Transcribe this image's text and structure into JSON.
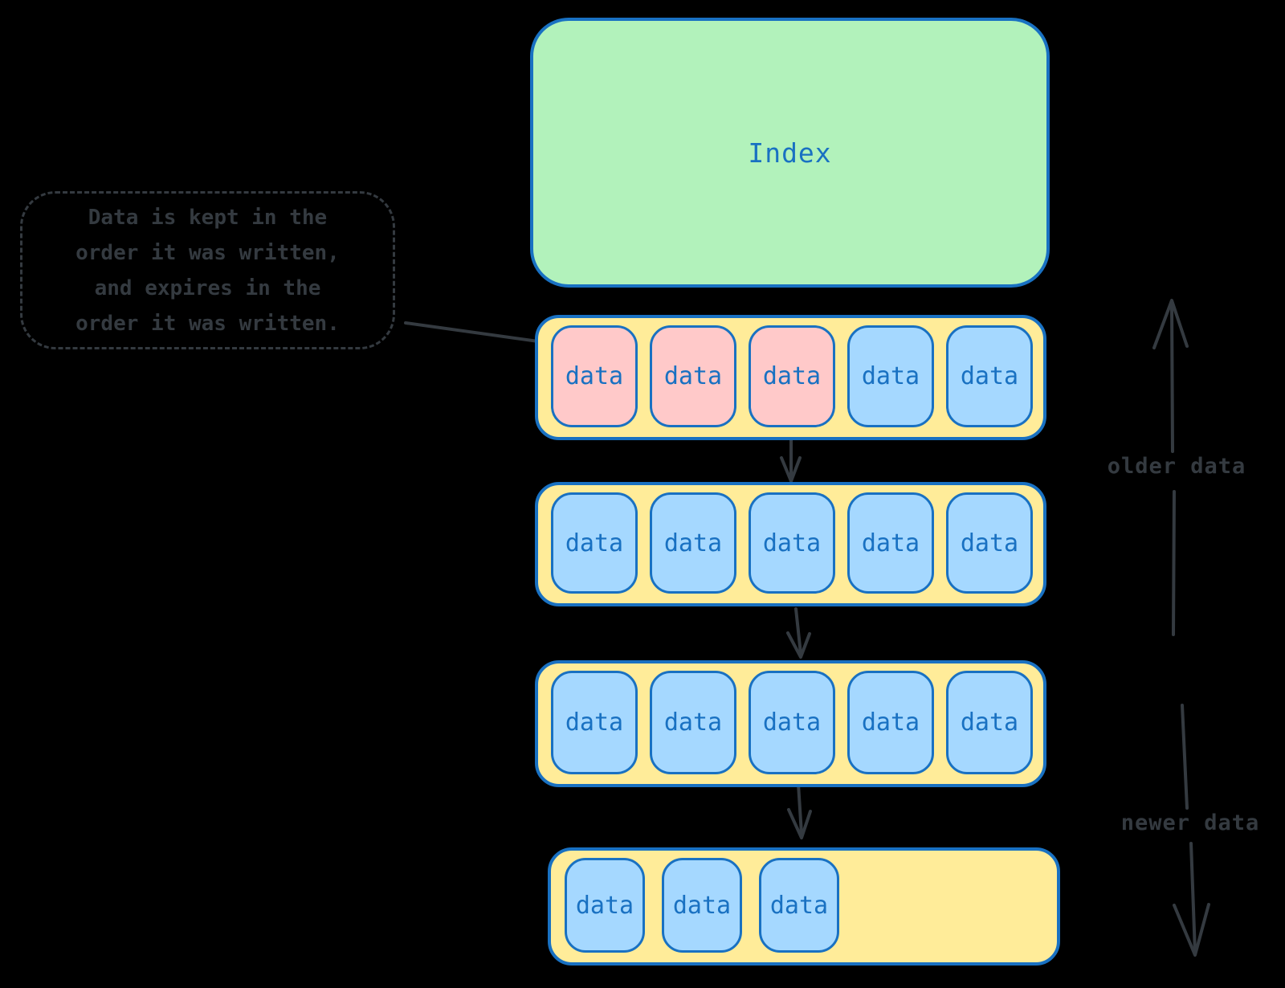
{
  "colors": {
    "background": "#000000",
    "green": "#b2f2bb",
    "yellow": "#ffec99",
    "pink": "#ffc9c9",
    "blue": "#a5d8ff",
    "stroke-blue": "#1971c2",
    "dark": "#343a40"
  },
  "index_box": {
    "label": "Index"
  },
  "callout": {
    "lines": [
      "Data is kept in the",
      "order it was written,",
      "and expires in the",
      "order it was written."
    ]
  },
  "rows": [
    {
      "cells": [
        {
          "label": "data",
          "variant": "pink"
        },
        {
          "label": "data",
          "variant": "pink"
        },
        {
          "label": "data",
          "variant": "pink"
        },
        {
          "label": "data",
          "variant": "blue"
        },
        {
          "label": "data",
          "variant": "blue"
        }
      ]
    },
    {
      "cells": [
        {
          "label": "data",
          "variant": "blue"
        },
        {
          "label": "data",
          "variant": "blue"
        },
        {
          "label": "data",
          "variant": "blue"
        },
        {
          "label": "data",
          "variant": "blue"
        },
        {
          "label": "data",
          "variant": "blue"
        }
      ]
    },
    {
      "cells": [
        {
          "label": "data",
          "variant": "blue"
        },
        {
          "label": "data",
          "variant": "blue"
        },
        {
          "label": "data",
          "variant": "blue"
        },
        {
          "label": "data",
          "variant": "blue"
        },
        {
          "label": "data",
          "variant": "blue"
        }
      ]
    },
    {
      "cells": [
        {
          "label": "data",
          "variant": "blue"
        },
        {
          "label": "data",
          "variant": "blue"
        },
        {
          "label": "data",
          "variant": "blue"
        }
      ]
    }
  ],
  "side_labels": {
    "older": "older data",
    "newer": "newer data"
  }
}
